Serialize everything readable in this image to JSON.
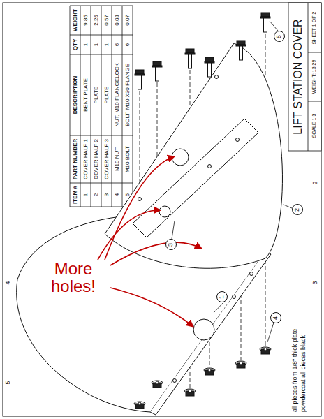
{
  "diagram": {
    "title": "LIFT STATION COVER",
    "nodes": [
      {
        "text": [
          "1"
        ]
      },
      {
        "text": [
          "2"
        ]
      },
      {
        "text": [
          "3"
        ]
      },
      {
        "text": [
          "4"
        ]
      },
      {
        "text": [
          "5"
        ]
      }
    ],
    "labels": [
      "ITEM #",
      "PART NUMBER",
      "DESCRIPTION",
      "QTY",
      "WEIGHT",
      "1",
      "COVER HALF 1",
      "BENT PLATE",
      "1",
      "9.85",
      "2",
      "COVER HALF 2",
      "PLATE",
      "1",
      "2.25",
      "3",
      "COVER HALF 3",
      "PLATE",
      "1",
      "0.57",
      "4",
      "M10 NUT",
      "NUT, M10 FLANGELOCK",
      "6",
      "0.03",
      "5",
      "M10 BOLT",
      "BOLT, M10 X30 FLANGE",
      "6",
      "0.07",
      "SCALE 1:3",
      "WEIGHT: 13.29",
      "SHEET 1 OF 2",
      "all pieces from 1/8\" thick plate",
      "powdercoat all pieces black",
      "More holes!",
      "2",
      "3",
      "4",
      "5"
    ]
  }
}
